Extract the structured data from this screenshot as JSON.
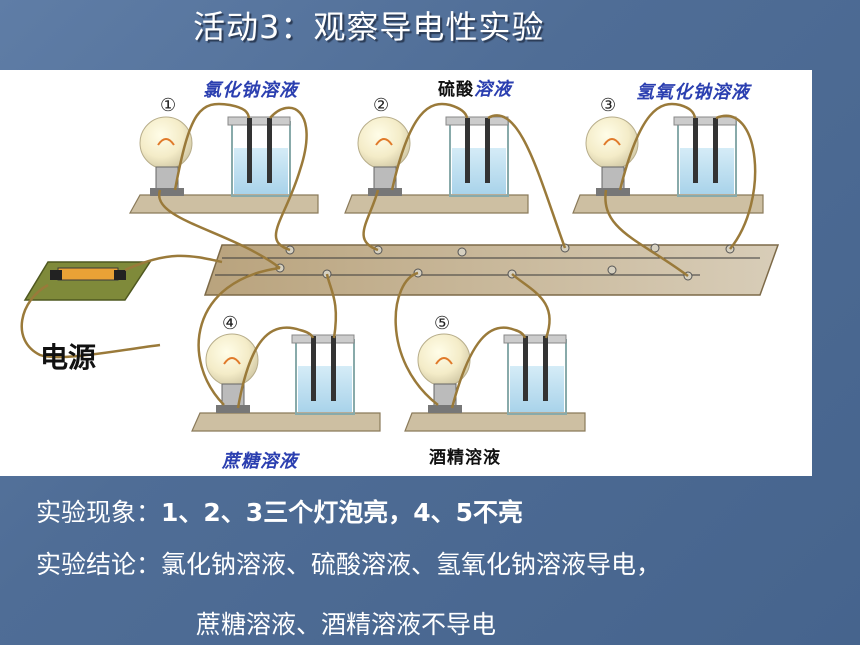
{
  "title": "活动3：观察导电性实验",
  "labels": {
    "nacl": "氯化钠溶液",
    "h2so4_a": "硫酸",
    "h2so4_b": "溶液",
    "naoh": "氢氧化钠溶液",
    "sucrose": "蔗糖溶液",
    "alcohol": "酒精溶液",
    "power": "电源"
  },
  "numbers": [
    "①",
    "②",
    "③",
    "④",
    "⑤"
  ],
  "phenomenon": {
    "head": "实验现象：",
    "body": "1、2、3三个灯泡亮，4、5不亮"
  },
  "conclusion": {
    "head": "实验结论：",
    "line1": "氯化钠溶液、硫酸溶液、氢氧化钠溶液导电，",
    "line2": "蔗糖溶液、酒精溶液不导电"
  },
  "colors": {
    "background": "#4f6d96",
    "label_blue": "#2b3fb0",
    "wire": "#9a7a3a"
  }
}
